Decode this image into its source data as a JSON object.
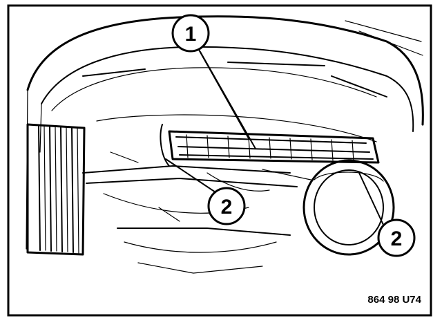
{
  "callouts": [
    {
      "id": "callout-1",
      "label": "1"
    },
    {
      "id": "callout-2-left",
      "label": "2"
    },
    {
      "id": "callout-2-right",
      "label": "2"
    }
  ],
  "figure_code": "864 98 U74"
}
